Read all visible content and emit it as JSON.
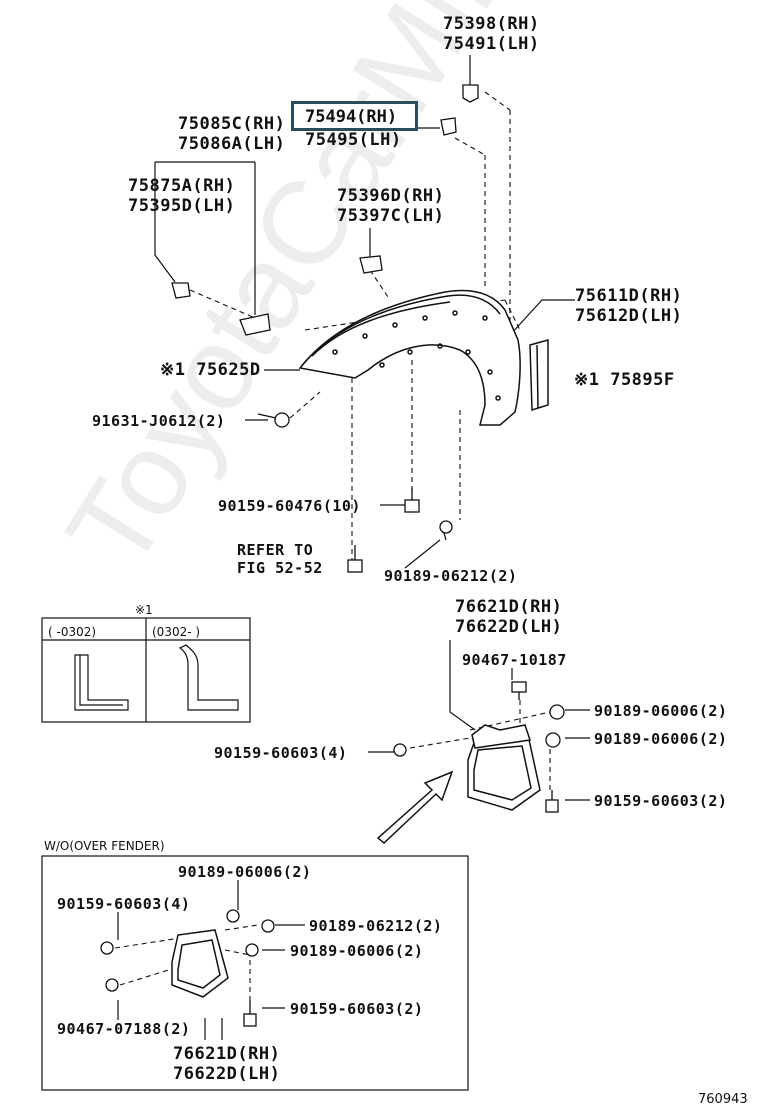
{
  "watermark": "ToyotaCarMine.ru",
  "diagram_id": "760943",
  "highlight_part": "75494(RH)",
  "labels": {
    "p75398": "75398(RH)",
    "p75491": "75491(LH)",
    "p75495": "75495(LH)",
    "p75085": "75085C(RH)",
    "p75086": "75086A(LH)",
    "p75875": "75875A(RH)",
    "p75395": "75395D(LH)",
    "p75396": "75396D(RH)",
    "p75397": "75397C(LH)",
    "p75611": "75611D(RH)",
    "p75612": "75612D(LH)",
    "p75625": "※1 75625D",
    "p75895": "※1 75895F",
    "p91631": "91631-J0612(2)",
    "p90159a": "90159-60476(10)",
    "refer1": "REFER TO",
    "refer2": "FIG 52-52",
    "p90189a": "90189-06212(2)",
    "p76621a": "76621D(RH)",
    "p76622a": "76622D(LH)",
    "p90467a": "90467-10187",
    "p90189b": "90189-06006(2)",
    "p90189c": "90189-06006(2)",
    "p90159b": "90159-60603(4)",
    "p90159c": "90159-60603(2)",
    "inset_title": "※1",
    "inset_col1": "(    -0302)",
    "inset_col2": "(0302-    )",
    "wo_title": "W/O(OVER FENDER)",
    "w90189a": "90189-06006(2)",
    "w90159a": "90159-60603(4)",
    "w90189b": "90189-06212(2)",
    "w90189c": "90189-06006(2)",
    "w90159b": "90159-60603(2)",
    "w90467": "90467-07188(2)",
    "w76621": "76621D(RH)",
    "w76622": "76622D(LH)"
  }
}
